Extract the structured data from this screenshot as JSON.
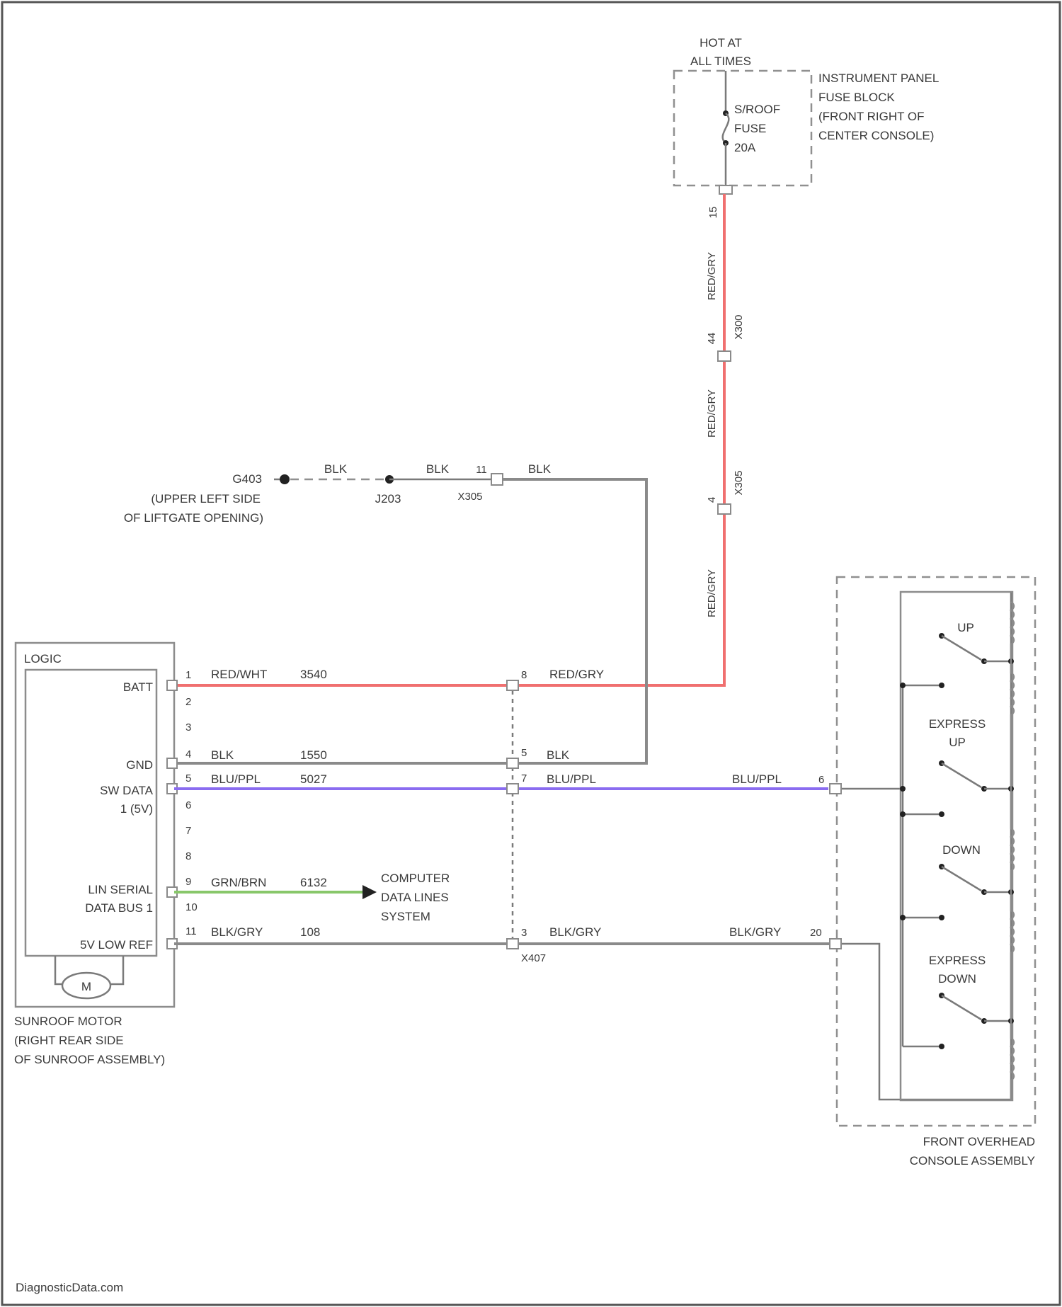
{
  "colors": {
    "power_wire": "#f07070",
    "data_wire": "#8a6cf0",
    "lin_wire": "#88c76a",
    "ground_wire": "#8a8a8a",
    "line": "#8a8a8a",
    "text": "#3a3a3a"
  },
  "fuse_block": {
    "hot_label": [
      "HOT AT",
      "ALL TIMES"
    ],
    "name": [
      "INSTRUMENT PANEL",
      "FUSE BLOCK",
      "(FRONT RIGHT OF",
      "CENTER CONSOLE)"
    ],
    "fuse": [
      "S/ROOF",
      "FUSE",
      "20A"
    ],
    "pin": "15"
  },
  "power_circuit": {
    "segment1": {
      "color": "RED/GRY",
      "connector": "X300",
      "pin": "44"
    },
    "segment2": {
      "color": "RED/GRY",
      "connector": "X305",
      "pin": "4"
    },
    "segment3": {
      "color": "RED/GRY"
    }
  },
  "ground": {
    "ground_id": "G403",
    "location": [
      "(UPPER LEFT SIDE",
      "OF LIFTGATE OPENING)"
    ],
    "splice": "J203",
    "wire1": "BLK",
    "wire2": "BLK",
    "pin": "11",
    "connector": "X305",
    "wire3": "BLK"
  },
  "motor": {
    "logic_label": "LOGIC",
    "motor_symbol": "M",
    "name": [
      "SUNROOF MOTOR",
      "(RIGHT REAR SIDE",
      "OF SUNROOF ASSEMBLY)"
    ],
    "pins": {
      "p1": {
        "num": "1",
        "label": "BATT",
        "wire": "RED/WHT",
        "circuit": "3540"
      },
      "p2": {
        "num": "2"
      },
      "p3": {
        "num": "3"
      },
      "p4": {
        "num": "4",
        "label": "GND",
        "wire": "BLK",
        "circuit": "1550"
      },
      "p5": {
        "num": "5",
        "label": [
          "SW DATA",
          "1 (5V)"
        ],
        "wire": "BLU/PPL",
        "circuit": "5027"
      },
      "p6": {
        "num": "6"
      },
      "p7": {
        "num": "7"
      },
      "p8": {
        "num": "8"
      },
      "p9": {
        "num": "9",
        "label": [
          "LIN SERIAL",
          "DATA BUS 1"
        ],
        "wire": "GRN/BRN",
        "circuit": "6132"
      },
      "p10": {
        "num": "10"
      },
      "p11": {
        "num": "11",
        "label": "5V LOW REF",
        "wire": "BLK/GRY",
        "circuit": "108"
      }
    }
  },
  "inline_connector": {
    "name": "X407",
    "pin_batt": "8",
    "pin_gnd": "5",
    "pin_data": "7",
    "pin_low": "3",
    "wire_batt": "RED/GRY",
    "wire_gnd": "BLK",
    "wire_data": "BLU/PPL",
    "wire_low": "BLK/GRY"
  },
  "computer_data_lines": [
    "COMPUTER",
    "DATA LINES",
    "SYSTEM"
  ],
  "console": {
    "name": [
      "FRONT OVERHEAD",
      "CONSOLE ASSEMBLY"
    ],
    "data_wire": "BLU/PPL",
    "data_pin": "6",
    "low_wire": "BLK/GRY",
    "low_pin": "20",
    "switches": {
      "up": [
        "UP"
      ],
      "express_up": [
        "EXPRESS",
        "UP"
      ],
      "down": [
        "DOWN"
      ],
      "express_down": [
        "EXPRESS",
        "DOWN"
      ]
    }
  },
  "watermark": "DiagnosticData.com"
}
